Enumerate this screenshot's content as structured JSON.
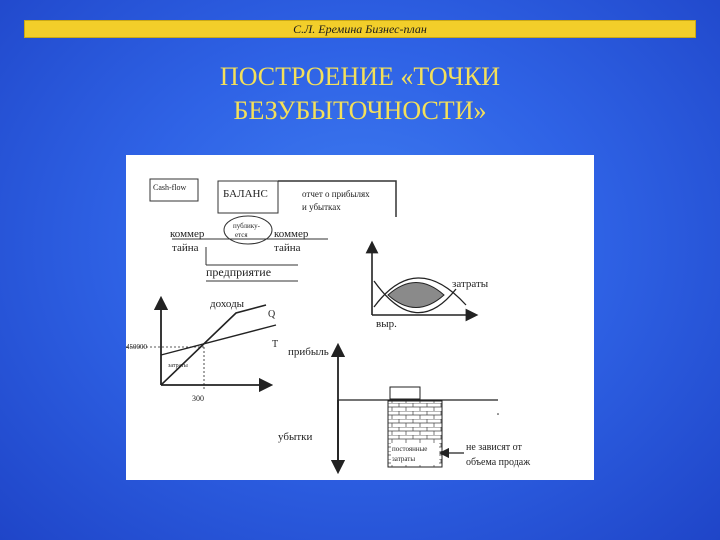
{
  "header": {
    "text": "С.Л. Еремина Бизнес-план"
  },
  "title": {
    "line1": "ПОСТРОЕНИЕ «ТОЧКИ",
    "line2": "БЕЗУБЫТОЧНОСТИ»"
  },
  "figure": {
    "cashflow": "Cash-flow",
    "balance": "БАЛАНС",
    "report_line1": "отчет о прибылях",
    "report_line2": "и убытках",
    "comm_left": "коммер",
    "comm_right": "коммер",
    "secret_left": "тайна",
    "secret_right": "тайна",
    "public_line1": "публику-",
    "public_line2": "ется",
    "enterprise": "предприятие",
    "income": "доходы",
    "q": "Q",
    "t": "Т",
    "value_y": "450000",
    "costs_small": "затраты",
    "value_x": "300",
    "costs": "затраты",
    "revenue": "выр.",
    "profit": "прибыль",
    "losses": "убытки",
    "fixed_line1": "постоянные",
    "fixed_line2": "затраты",
    "independent": "не зависят от",
    "sales_volume": "объема продаж"
  }
}
